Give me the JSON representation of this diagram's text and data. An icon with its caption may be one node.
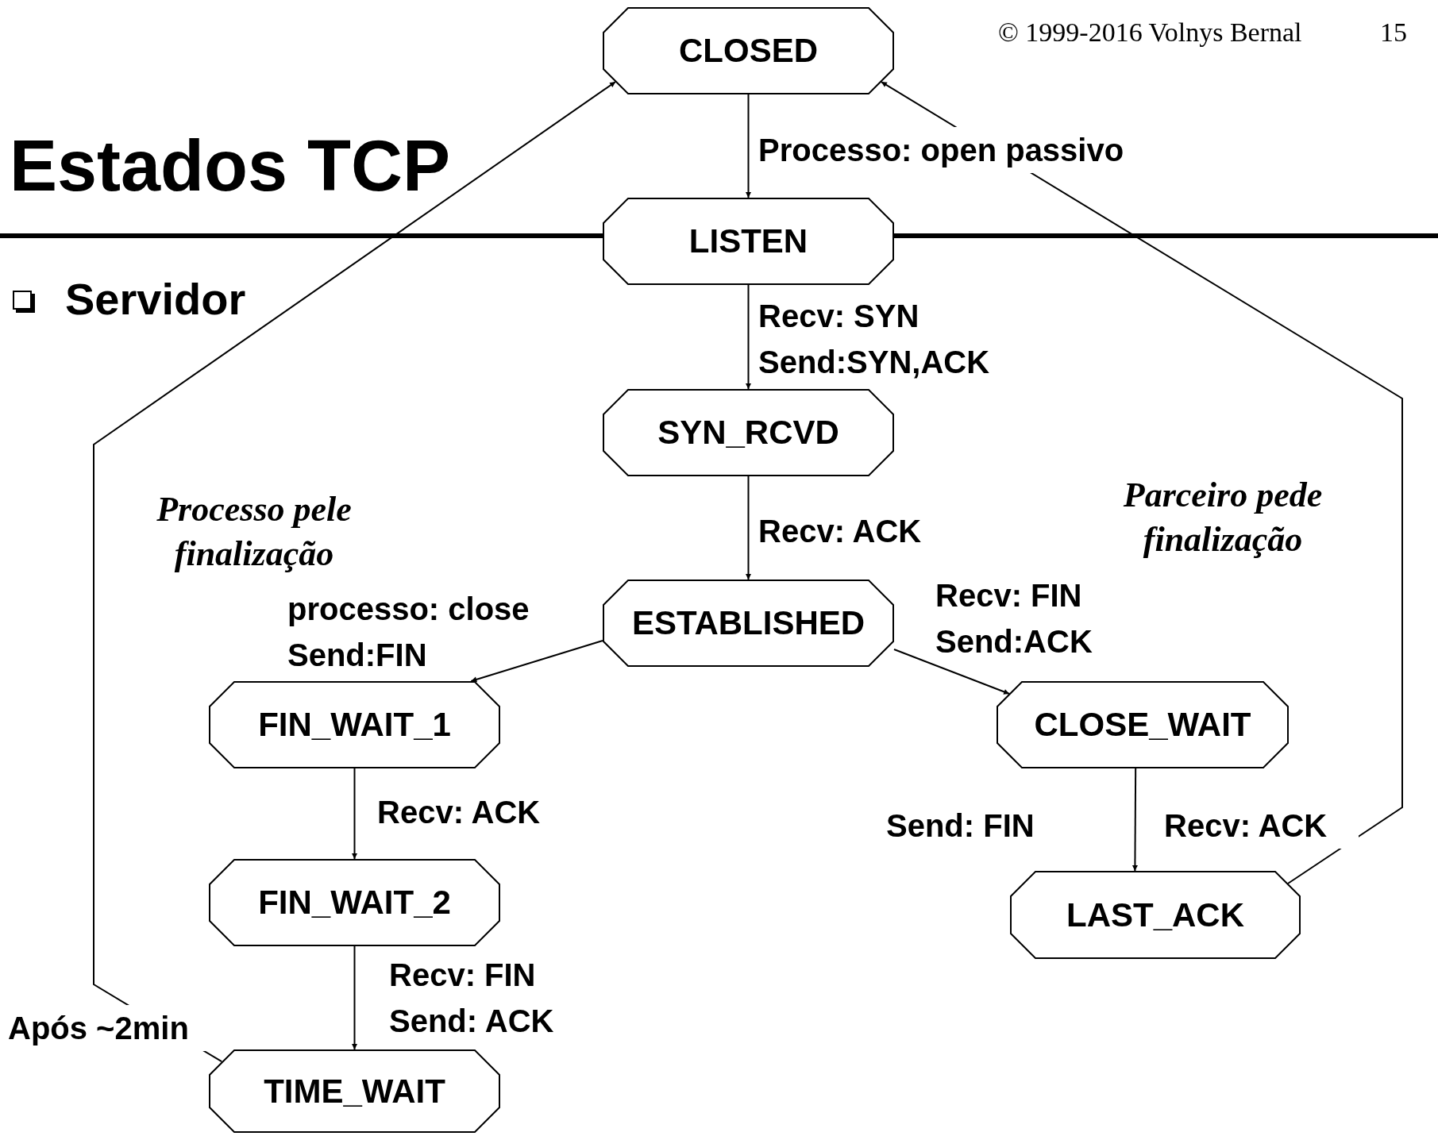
{
  "diagram": {
    "title": "Estados TCP",
    "nodes": [
      {
        "text": [
          "CLOSED"
        ]
      },
      {
        "text": [
          "LISTEN"
        ]
      },
      {
        "text": [
          "SYN_RCVD"
        ]
      },
      {
        "text": [
          "ESTABLISHED"
        ]
      },
      {
        "text": [
          "FIN_WAIT_1"
        ]
      },
      {
        "text": [
          "FIN_WAIT_2"
        ]
      },
      {
        "text": [
          "TIME_WAIT"
        ]
      },
      {
        "text": [
          "CLOSE_WAIT"
        ]
      },
      {
        "text": [
          "LAST_ACK"
        ]
      }
    ],
    "edges": [
      {
        "from": 0,
        "to": 1,
        "arrow": "to",
        "label": "Processo: open passivo"
      },
      {
        "from": 1,
        "to": 2,
        "arrow": "to",
        "label": "Recv: SYN Send:SYN,ACK"
      },
      {
        "from": 2,
        "to": 3,
        "arrow": "to",
        "label": "Recv: ACK"
      },
      {
        "from": 3,
        "to": 4,
        "arrow": "to",
        "label": "processo: close Send:FIN"
      },
      {
        "from": 3,
        "to": 7,
        "arrow": "to",
        "label": "Recv: FIN Send:ACK"
      },
      {
        "from": 4,
        "to": 5,
        "arrow": "to",
        "label": "Recv: ACK"
      },
      {
        "from": 5,
        "to": 6,
        "arrow": "to",
        "label": "Recv: FIN Send: ACK"
      },
      {
        "from": 7,
        "to": 8,
        "arrow": "to",
        "label": "Send: FIN"
      },
      {
        "from": 8,
        "to": 0,
        "arrow": "to",
        "label": "Recv: ACK"
      },
      {
        "from": 6,
        "to": 0,
        "arrow": "to",
        "label": "Após ~2min"
      }
    ],
    "labels": [
      "© 1999-2016 Volnys Bernal",
      "15",
      "Servidor",
      "Processo pele finalização",
      "Parceiro pede finalização"
    ]
  }
}
